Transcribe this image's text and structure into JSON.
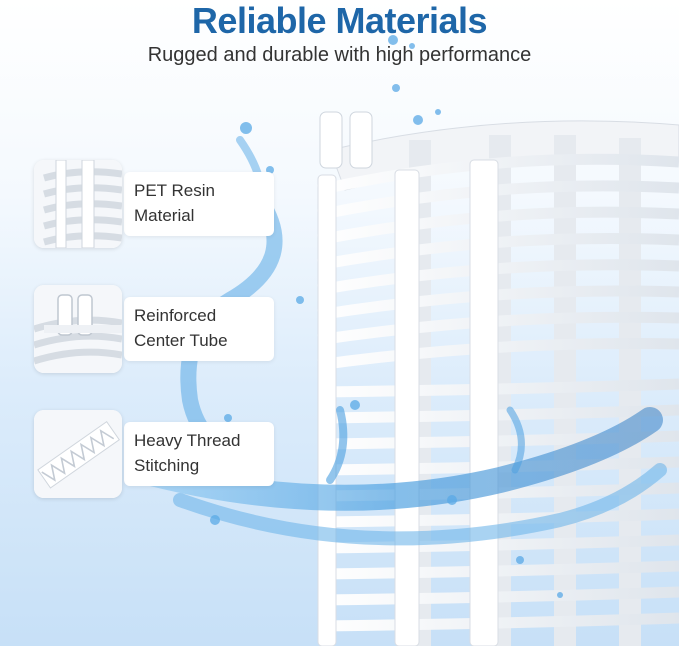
{
  "header": {
    "title": "Reliable Materials",
    "subtitle": "Rugged and durable with high performance"
  },
  "features": [
    {
      "label": "PET Resin\nMaterial",
      "icon": "pet-resin-icon"
    },
    {
      "label": "Reinforced\nCenter Tube",
      "icon": "center-tube-icon"
    },
    {
      "label": "Heavy Thread\nStitching",
      "icon": "stitching-icon"
    }
  ],
  "colors": {
    "title": "#1e66a8",
    "background_top": "#ffffff",
    "background_bottom": "#c7e0f7",
    "water": "#4a9fe0"
  }
}
